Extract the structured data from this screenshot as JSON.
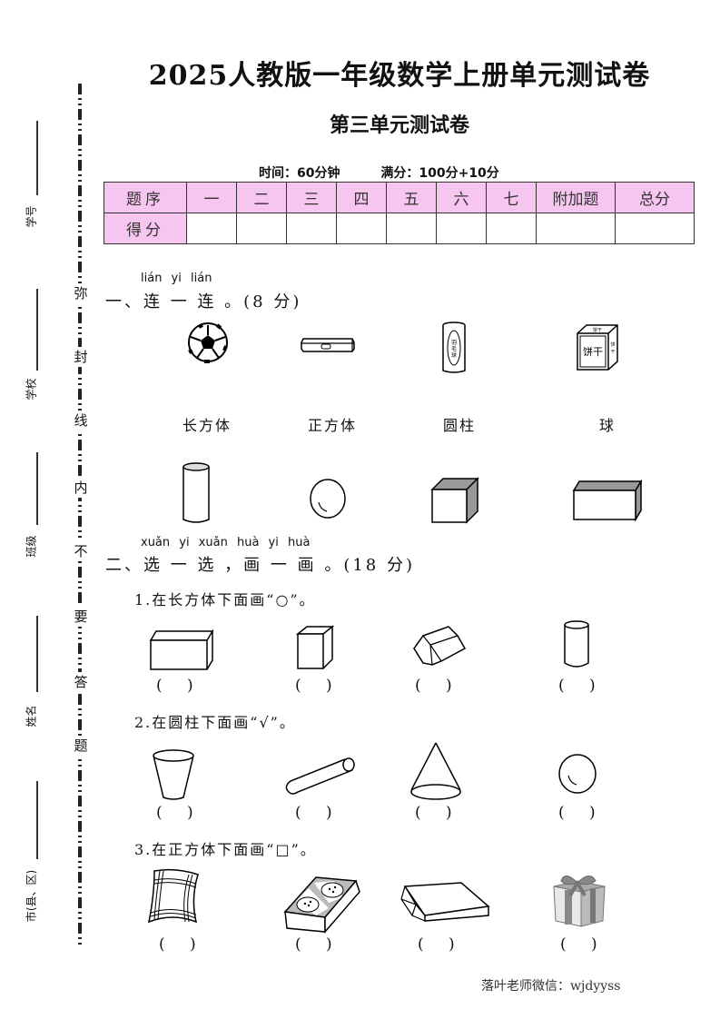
{
  "header": {
    "title": "2025人教版一年级数学上册单元测试卷",
    "subtitle": "第三单元测试卷",
    "time": "时间：60分钟",
    "full_score": "满分：100分+10分"
  },
  "binding_margin": {
    "seal_text": [
      "弥",
      "封",
      "线",
      "内",
      "不",
      "要",
      "答",
      "题"
    ],
    "fields": [
      {
        "label": "学号",
        "value": ""
      },
      {
        "label": "学校",
        "value": ""
      },
      {
        "label": "班级",
        "value": ""
      },
      {
        "label": "姓名",
        "value": ""
      },
      {
        "label": "市(县、区)",
        "value": ""
      }
    ]
  },
  "score_table": {
    "header_label": "题序",
    "columns": [
      "一",
      "二",
      "三",
      "四",
      "五",
      "六",
      "七",
      "附加题",
      "总分"
    ],
    "score_label": "得分",
    "scores": [
      "",
      "",
      "",
      "",
      "",
      "",
      "",
      "",
      ""
    ]
  },
  "section1": {
    "pinyin": "lián yi lián",
    "title": "一、连 一 连 。(8 分)",
    "objects": [
      "football",
      "pencil-box",
      "shuttlecock-tube",
      "biscuit-box"
    ],
    "object_texts": {
      "tube_text": "羽毛球",
      "box_text": "饼干"
    },
    "labels": [
      "长方体",
      "正方体",
      "圆柱",
      "球"
    ],
    "shapes": [
      "cylinder",
      "sphere",
      "cube",
      "cuboid"
    ]
  },
  "section2": {
    "pinyin": "xuǎn yi xuǎn   huà yi huà",
    "title": "二、选 一 选 ，画 一 画 。(18 分)",
    "questions": [
      {
        "text": "1.在长方体下面画“○”。",
        "items": [
          "cuboid",
          "cube",
          "hexagonal-prism",
          "cylinder"
        ],
        "answers": [
          "( )",
          "( )",
          "( )",
          "( )"
        ]
      },
      {
        "text": "2.在圆柱下面画“√”。",
        "items": [
          "cup",
          "rod",
          "cone",
          "sphere"
        ],
        "answers": [
          "( )",
          "( )",
          "( )",
          "( )"
        ]
      },
      {
        "text": "3.在正方体下面画“□”。",
        "items": [
          "handkerchief",
          "biscuit-box",
          "paper-box",
          "gift-box"
        ],
        "answers": [
          "( )",
          "( )",
          "( )",
          "( )"
        ]
      }
    ]
  },
  "footer": {
    "text": "落叶老师微信：wjdyyss"
  },
  "colors": {
    "table_header": "#f7c6f0",
    "border": "#333333"
  }
}
